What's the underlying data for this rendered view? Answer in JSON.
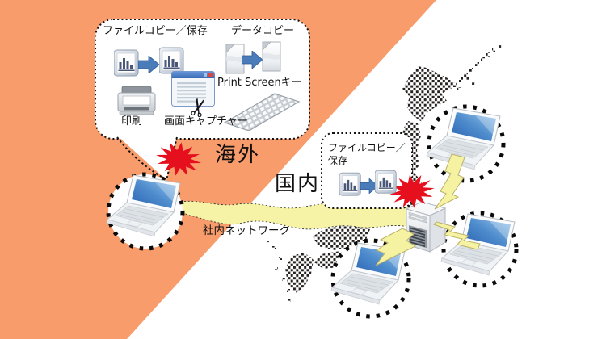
{
  "colors": {
    "overseas_bg": "#F89C6B",
    "alert_red": "#E60F1E",
    "beam_yellow": "#F6F3A6",
    "bolt_yellow": "#F5F2A2",
    "map_dot": "#262120",
    "arrow_blue": "#4A7CBA",
    "screen_blue": "#3F7ECC"
  },
  "labels": {
    "overseas": "海外",
    "domestic": "国内",
    "network": "社内ネットワーク"
  },
  "leak_callout": {
    "file_copy": "ファイルコピー／保存",
    "data_copy": "データコピー",
    "print_screen": "Print Screenキー",
    "print": "印刷",
    "screen_capture": "画面キャプチャー",
    "scissors_glyph": "✂",
    "icons": [
      "bar-chart-file-copy-icon",
      "document-copy-icon",
      "window-capture-scissors-icon",
      "printer-icon",
      "keyboard-icon"
    ]
  },
  "server_callout": {
    "file_copy": "ファイルコピー／\n保存",
    "icons": [
      "bar-chart-file-copy-icon",
      "alert-burst-icon"
    ]
  },
  "map": {
    "icon": "japan-halftone-dot-map"
  },
  "devices": {
    "overseas_laptop_icon": "laptop-icon",
    "domestic_laptop_icons": [
      "laptop-icon",
      "laptop-icon",
      "laptop-icon"
    ],
    "server_icon": "server-tower-icon",
    "circle_icon": "dotted-circle"
  },
  "connections": {
    "beam_icon": "network-beam",
    "bolt_icon": "lightning-bolt-icon"
  },
  "alerts": {
    "burst_icon": "red-burst-star-icon"
  }
}
